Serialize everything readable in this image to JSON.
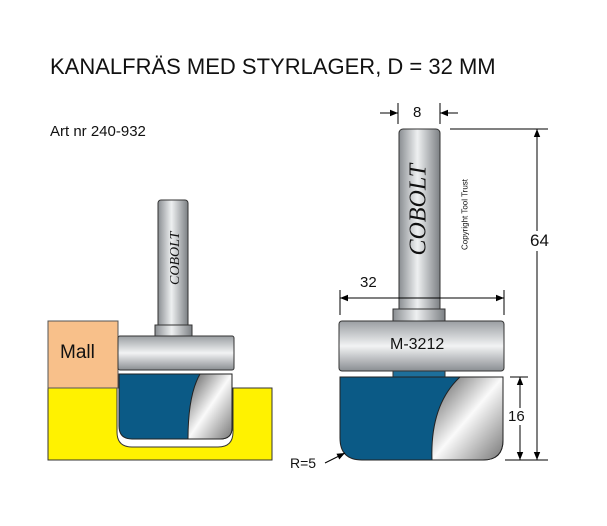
{
  "title": "KANALFRÄS MED STYRLAGER, D = 32 MM",
  "article": "Art nr 240-932",
  "template_label": "Mall",
  "brand": "COBOLT",
  "copyright": "Copyright Tool Trust",
  "model": "M-3212",
  "dimensions": {
    "shank": "8",
    "diameter": "32",
    "total_length": "64",
    "cut_height": "16",
    "radius": "R=5"
  },
  "colors": {
    "cutter": "#0b5a86",
    "workpiece": "#fff200",
    "template": "#f8c08a"
  }
}
